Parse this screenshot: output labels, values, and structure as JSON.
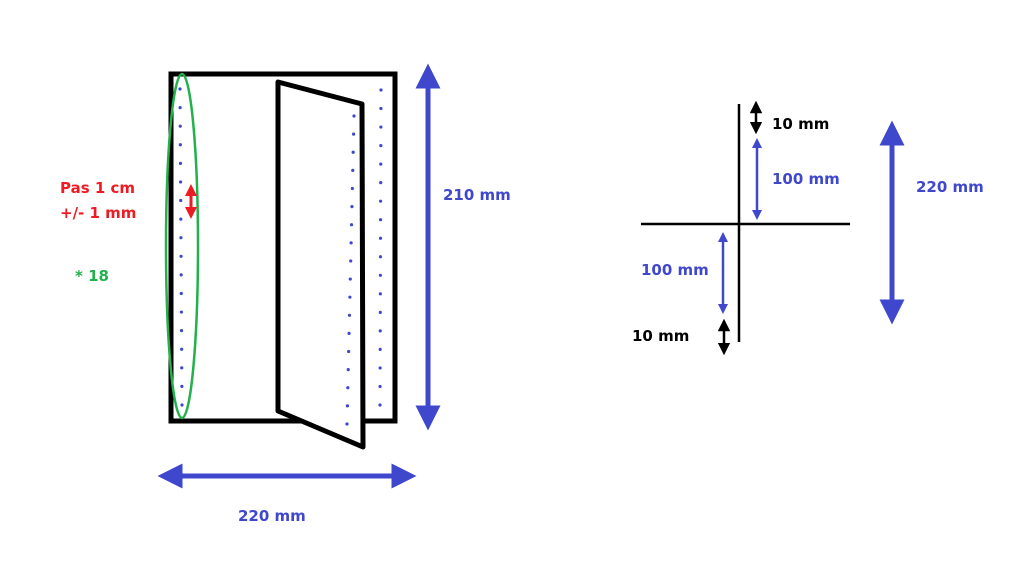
{
  "colors": {
    "blue": "#3f48cc",
    "red": "#ed1c24",
    "green": "#22b14c",
    "black": "#000000"
  },
  "left_diagram": {
    "pitch_label": "Pas 1 cm",
    "tolerance_label": "+/- 1 mm",
    "count_label": "* 18",
    "height_label": "210 mm",
    "width_label": "220 mm"
  },
  "right_diagram": {
    "top_margin_label": "10 mm",
    "upper_segment_label": "100 mm",
    "lower_segment_label": "100 mm",
    "bottom_margin_label": "10 mm",
    "total_label": "220 mm"
  }
}
